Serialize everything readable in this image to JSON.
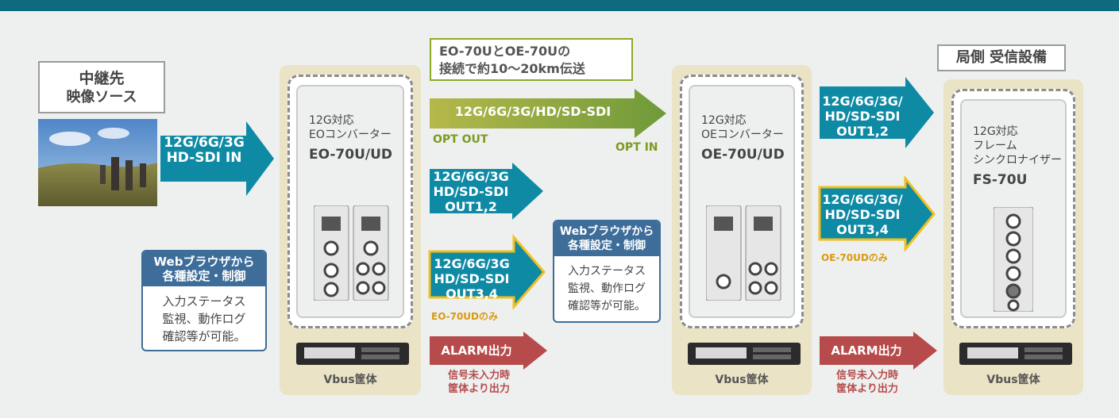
{
  "source": {
    "line1": "中継先",
    "line2": "映像ソース"
  },
  "input_arrow": {
    "line1": "12G/6G/3G",
    "line2": "HD-SDI IN"
  },
  "web_left": {
    "head1": "Webブラウザから",
    "head2": "各種設定・制御",
    "body1": "入力ステータス",
    "body2": "監視、動作ログ",
    "body3": "確認等が可能。"
  },
  "web_mid": {
    "head1": "Webブラウザから",
    "head2": "各種設定・制御",
    "body1": "入力ステータス",
    "body2": "監視、動作ログ",
    "body3": "確認等が可能。"
  },
  "eo_unit": {
    "line1": "12G対応",
    "line2": "EOコンバーター",
    "model": "EO-70U/UD",
    "chassis": "Vbus筐体"
  },
  "oe_unit": {
    "line1": "12G対応",
    "line2": "OEコンバーター",
    "model": "OE-70U/UD",
    "chassis": "Vbus筐体"
  },
  "fs_unit": {
    "line1": "12G対応",
    "line2": "フレーム",
    "line3": "シンクロナイザー",
    "model": "FS-70U",
    "chassis": "Vbus筐体"
  },
  "transmission": {
    "line1": "EO-70UとOE-70Uの",
    "line2": "接続で約10～20km伝送",
    "arrow_label": "12G/6G/3G/HD/SD-SDI",
    "opt_out": "OPT OUT",
    "opt_in": "OPT IN"
  },
  "eo_out12": {
    "line1": "12G/6G/3G",
    "line2": "HD/SD-SDI",
    "line3": "OUT1,2"
  },
  "eo_out34": {
    "line1": "12G/6G/3G",
    "line2": "HD/SD-SDI",
    "line3": "OUT3,4",
    "note": "EO-70UDのみ"
  },
  "eo_alarm": {
    "label": "ALARM出力",
    "note1": "信号未入力時",
    "note2": "筐体より出力"
  },
  "oe_out12": {
    "line1": "12G/6G/3G/",
    "line2": "HD/SD-SDI",
    "line3": "OUT1,2"
  },
  "oe_out34": {
    "line1": "12G/6G/3G/",
    "line2": "HD/SD-SDI",
    "line3": "OUT3,4",
    "note": "OE-70UDのみ"
  },
  "oe_alarm": {
    "label": "ALARM出力",
    "note1": "信号未入力時",
    "note2": "筐体より出力"
  },
  "station": {
    "label": "局側 受信設備"
  },
  "colors": {
    "topbar": "#0f6a80",
    "teal_arrow": "#0f8aa5",
    "green_arrow": "#8aaa28",
    "red_arrow": "#b74b4b",
    "orange_border": "#f0c020",
    "panel": "#eae3c5",
    "web_blue": "#3e6d9a"
  }
}
